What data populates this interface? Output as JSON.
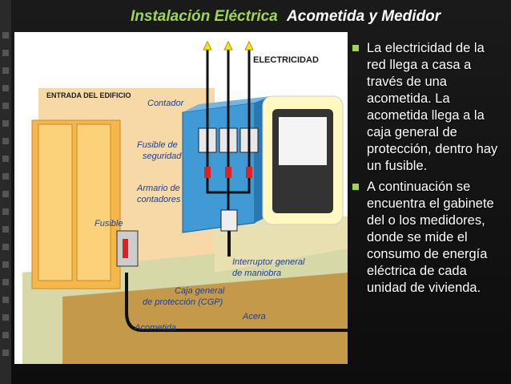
{
  "title": {
    "part1": "Instalación Eléctrica",
    "part2": "Acometida y Medidor"
  },
  "diagram": {
    "labels": {
      "electricidad": "ELECTRICIDAD",
      "entrada": "ENTRADA DEL EDIFICIO",
      "contador": "Contador",
      "fusible_seguridad_1": "Fusible de",
      "fusible_seguridad_2": "seguridad",
      "armario_1": "Armario de",
      "armario_2": "contadores",
      "fusible": "Fusible",
      "interruptor_1": "Interruptor general",
      "interruptor_2": "de maniobra",
      "caja_1": "Caja general",
      "caja_2": "de protección (CGP)",
      "acera": "Acera",
      "acometida": "Acometida"
    }
  },
  "bullets": [
    "La electricidad de la red llega a casa a través de una acometida. La acometida llega a la caja general de protección, dentro hay un fusible.",
    "A continuación se encuentra el gabinete del o los medidores, donde se mide el consumo de energía eléctrica de cada unidad de vivienda."
  ],
  "colors": {
    "accent": "#9fd650",
    "label_blue": "#1f3f8f",
    "cabinet": "#3f9ad6"
  }
}
